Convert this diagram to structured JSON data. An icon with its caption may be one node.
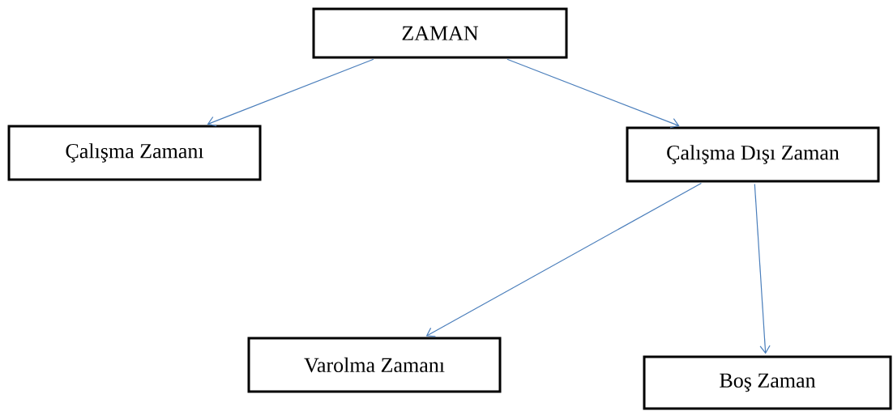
{
  "diagram": {
    "nodes": [
      {
        "text": [
          "ZAMAN"
        ]
      },
      {
        "text": [
          "Çalışma Zamanı"
        ]
      },
      {
        "text": [
          "Çalışma Dışı Zaman"
        ]
      },
      {
        "text": [
          "Varolma Zamanı"
        ]
      },
      {
        "text": [
          "Boş Zaman"
        ]
      }
    ],
    "edges": [
      {
        "from": 0,
        "to": 1,
        "arrow": "to"
      },
      {
        "from": 0,
        "to": 2,
        "arrow": "to"
      },
      {
        "from": 2,
        "to": 3,
        "arrow": "to"
      },
      {
        "from": 2,
        "to": 4,
        "arrow": "to"
      }
    ]
  }
}
